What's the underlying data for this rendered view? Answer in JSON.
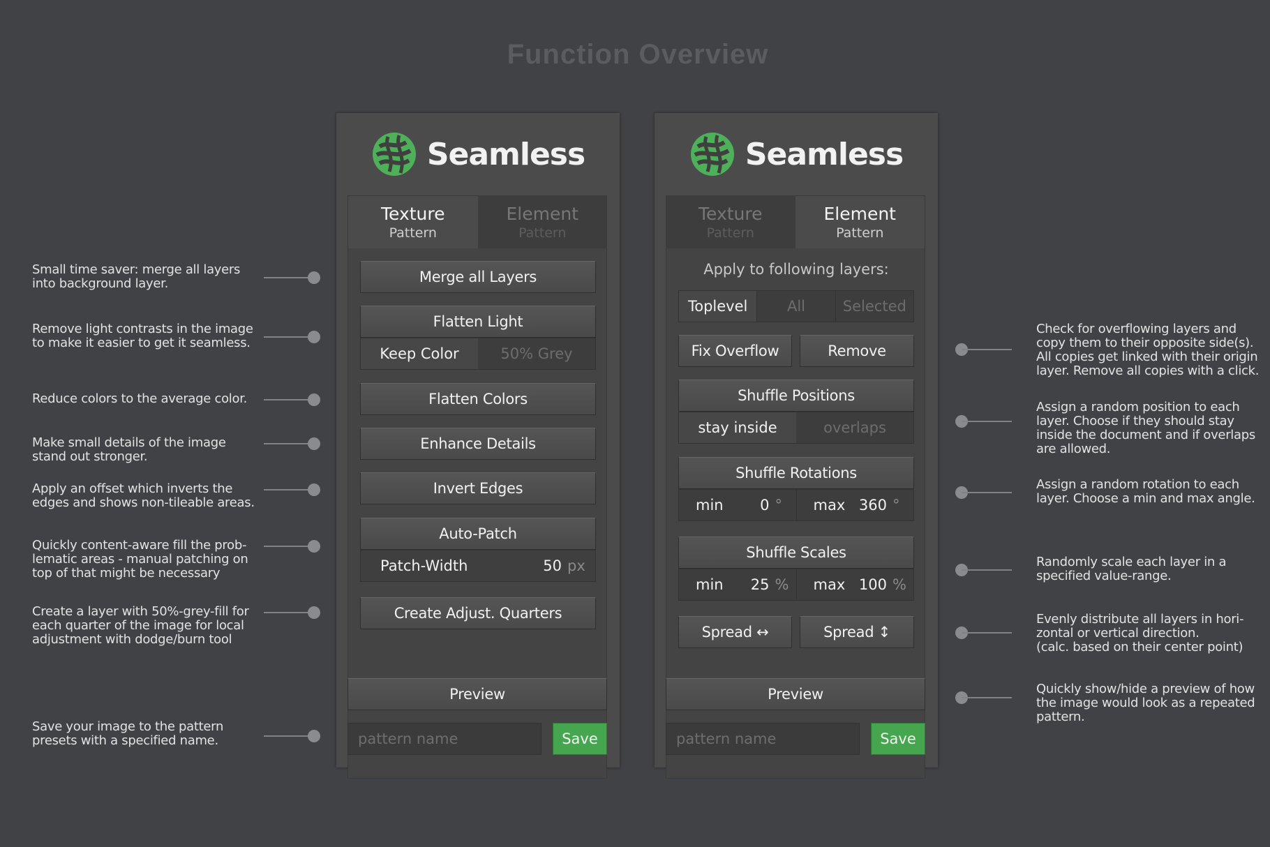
{
  "title": "Function Overview",
  "brand": "Seamless",
  "left_notes": [
    {
      "lines": [
        "Small time saver: merge all layers",
        "into background layer."
      ]
    },
    {
      "lines": [
        "Remove light contrasts in the image",
        "to make it easier to get it seamless."
      ]
    },
    {
      "lines": [
        "Reduce colors to the average color."
      ]
    },
    {
      "lines": [
        "Make small details of the image",
        "stand out stronger."
      ]
    },
    {
      "lines": [
        "Apply an offset which inverts the",
        "edges and shows non-tileable areas."
      ]
    },
    {
      "lines": [
        "Quickly content-aware fill the prob-",
        "lematic areas - manual patching on",
        "top of that might be necessary"
      ]
    },
    {
      "lines": [
        "Create a layer with 50%-grey-fill for",
        "each quarter of the image for local",
        "adjustment with dodge/burn tool"
      ]
    },
    {
      "lines": [
        "Save your image to the pattern",
        "presets with a specified name."
      ]
    }
  ],
  "right_notes": [
    {
      "lines": [
        "Check for overflowing layers and",
        "copy them to their opposite side(s).",
        "All copies get linked with their origin",
        "layer. Remove all copies with a click."
      ]
    },
    {
      "lines": [
        "Assign a random position to each",
        "layer. Choose if they should stay",
        "inside the document and if overlaps",
        "are allowed."
      ]
    },
    {
      "lines": [
        "Assign a random rotation to each",
        "layer. Choose a min and max angle."
      ]
    },
    {
      "lines": [
        "Randomly scale each layer in a",
        "specified value-range."
      ]
    },
    {
      "lines": [
        "Evenly distribute all layers in hori-",
        "zontal or vertical direction.",
        "(calc. based on their center point)"
      ]
    },
    {
      "lines": [
        "Quickly show/hide a preview of how",
        "the image would look as a repeated",
        "pattern."
      ]
    }
  ],
  "texture_panel": {
    "tabs": [
      {
        "title": "Texture",
        "sub": "Pattern"
      },
      {
        "title": "Element",
        "sub": "Pattern"
      }
    ],
    "merge": "Merge all Layers",
    "flatten_light": "Flatten Light",
    "keep_color": "Keep Color",
    "grey": "50% Grey",
    "flatten_colors": "Flatten Colors",
    "enhance": "Enhance Details",
    "invert": "Invert Edges",
    "autopatch": "Auto-Patch",
    "patch_width_label": "Patch-Width",
    "patch_width_value": "50",
    "patch_width_unit": "px",
    "quarters": "Create Adjust. Quarters",
    "preview": "Preview",
    "name_placeholder": "pattern name",
    "save": "Save"
  },
  "element_panel": {
    "tabs": [
      {
        "title": "Texture",
        "sub": "Pattern"
      },
      {
        "title": "Element",
        "sub": "Pattern"
      }
    ],
    "apply_label": "Apply to following layers:",
    "layer_opts": [
      "Toplevel",
      "All",
      "Selected"
    ],
    "fix_overflow": "Fix Overflow",
    "remove": "Remove",
    "shuffle_positions": "Shuffle Positions",
    "stay_inside": "stay inside",
    "overlaps": "overlaps",
    "shuffle_rotations": "Shuffle Rotations",
    "rot_min_label": "min",
    "rot_min": "0",
    "rot_unit": "°",
    "rot_max_label": "max",
    "rot_max": "360",
    "shuffle_scales": "Shuffle Scales",
    "scale_min_label": "min",
    "scale_min": "25",
    "scale_unit": "%",
    "scale_max_label": "max",
    "scale_max": "100",
    "spread_h": "Spread ↔",
    "spread_v": "Spread ↕",
    "preview": "Preview",
    "name_placeholder": "pattern name",
    "save": "Save"
  },
  "colors": {
    "accent": "#46a54f",
    "background": "#414246",
    "panel": "#4b4b4b"
  }
}
